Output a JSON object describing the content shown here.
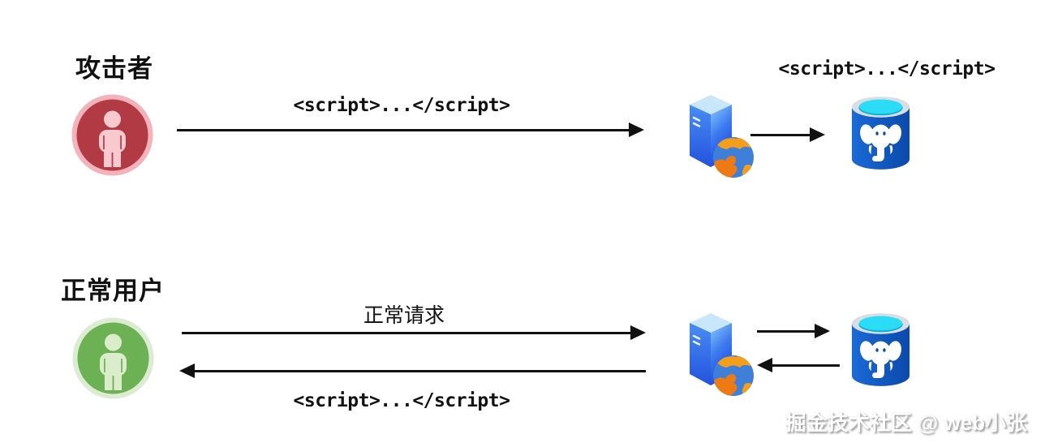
{
  "attacker_flow": {
    "actor_label": "攻击者",
    "request_label": "<script>...</script>",
    "stored_payload_label": "<script>...</script>"
  },
  "user_flow": {
    "actor_label": "正常用户",
    "request_label": "正常请求",
    "response_label": "<script>...</script>"
  },
  "watermark": "掘金技术社区 @ web小张",
  "icons": {
    "attacker": "person-icon",
    "user": "person-icon",
    "web_server": "server-with-globe-icon",
    "database": "postgresql-elephant-icon"
  },
  "colors": {
    "background": "#ffffff",
    "text": "#111111",
    "arrow": "#111111",
    "attacker_ring": "#f4b3ba",
    "attacker_fill": "#b23a45",
    "attacker_person": "#f8c9ce",
    "user_ring": "#dcebd2",
    "user_fill": "#6db155",
    "user_person": "#daecca",
    "server_blue": "#2f63e8",
    "database_blue": "#1159bf",
    "database_top_cyan": "#2adcf6",
    "watermark_text": "#ffffff"
  }
}
